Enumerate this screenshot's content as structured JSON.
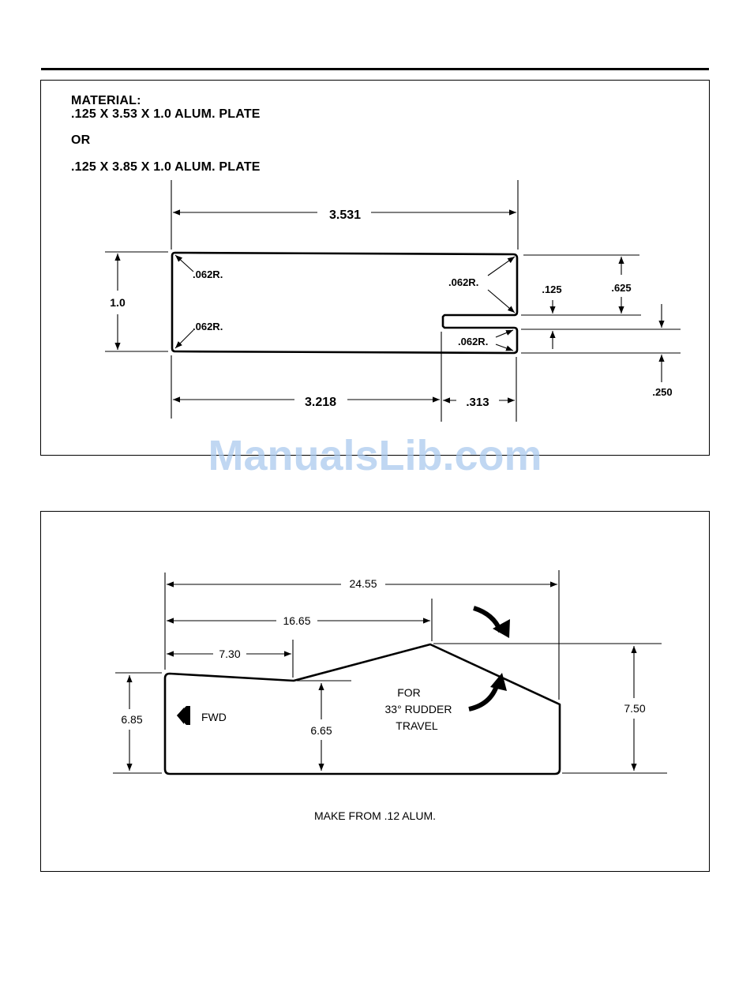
{
  "watermark": "ManualsLib.com",
  "part1": {
    "material_heading": "MATERIAL:",
    "material_option_1": ".125 X 3.53 X 1.0 ALUM. PLATE",
    "material_or": "OR",
    "material_option_2": ".125 X 3.85 X 1.0 ALUM. PLATE",
    "dim_overall_length": "3.531",
    "dim_height": "1.0",
    "dim_slot_to_edge": "3.218",
    "dim_slot_depth": ".313",
    "dim_slot_width": ".125",
    "dim_slot_top": ".625",
    "dim_slot_bottom": ".250",
    "radius_top_left": ".062R.",
    "radius_bottom_left": ".062R.",
    "radius_top_right": ".062R.",
    "radius_bottom_right": ".062R."
  },
  "part2": {
    "dim_overall_length": "24.55",
    "dim_peak_position": "16.65",
    "dim_dip_position": "7.30",
    "dim_front_height": "6.85",
    "dim_dip_height": "6.65",
    "dim_peak_height": "7.50",
    "fwd_label": "FWD",
    "note_line_1": "FOR",
    "note_line_2": "33° RUDDER",
    "note_line_3": "TRAVEL",
    "material_note": "MAKE FROM .12 ALUM."
  }
}
